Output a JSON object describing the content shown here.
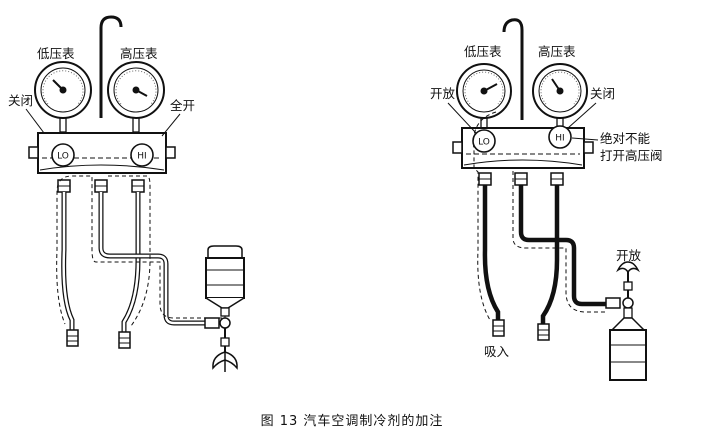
{
  "left_diagram": {
    "low_gauge_label": "低压表",
    "high_gauge_label": "高压表",
    "low_valve_state": "关闭",
    "high_valve_state": "全开",
    "low_knob": "LO",
    "high_knob": "HI"
  },
  "right_diagram": {
    "low_gauge_label": "低压表",
    "high_gauge_label": "高压表",
    "low_valve_state": "开放",
    "high_valve_state": "关闭",
    "high_valve_warning_line1": "绝对不能",
    "high_valve_warning_line2": "打开高压阀",
    "low_knob": "LO",
    "high_knob": "HI",
    "can_valve_state": "开放",
    "low_hose_end": "吸入"
  },
  "caption": "图 13 汽车空调制冷剂的加注"
}
